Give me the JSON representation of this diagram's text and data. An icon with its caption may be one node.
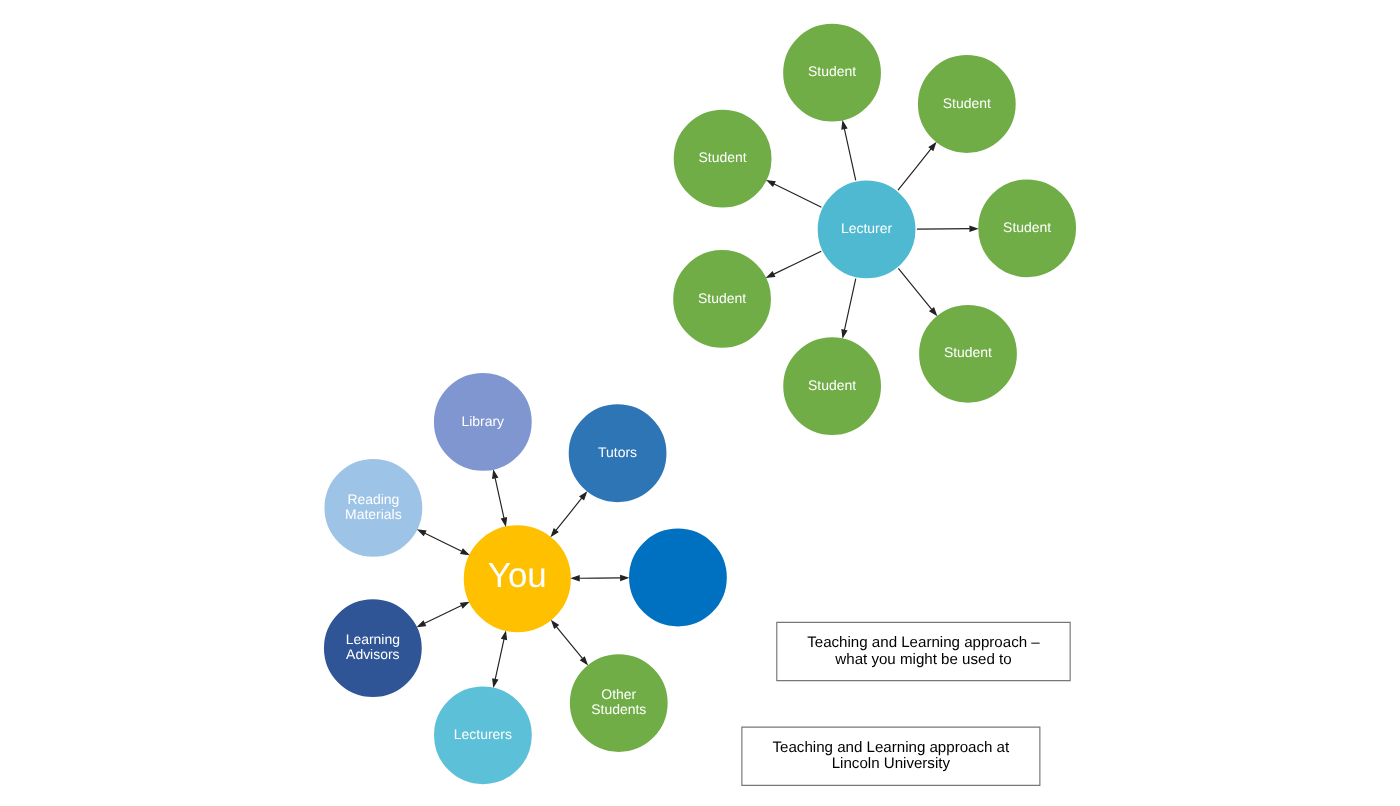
{
  "diagram": {
    "nodes": [
      {
        "text": [
          "You"
        ]
      },
      {
        "text": [],
        "shape": "circle"
      },
      {
        "text": [
          "Lecturers"
        ]
      },
      {
        "text": [
          "Reading Materials"
        ]
      },
      {
        "text": [
          "Tutors"
        ]
      },
      {
        "text": [
          "Library"
        ]
      },
      {
        "text": [
          "Learning Advisors"
        ]
      },
      {
        "text": [
          "Other Students"
        ]
      },
      {
        "text": [
          "Teaching and Learning approach at Lincoln University"
        ]
      },
      {
        "text": [
          "Lecturer"
        ]
      },
      {
        "text": [
          "Student"
        ]
      },
      {
        "text": [
          "Student"
        ]
      },
      {
        "text": [
          "Student"
        ]
      },
      {
        "text": [
          "Student"
        ]
      },
      {
        "text": [
          "Student"
        ]
      },
      {
        "text": [
          "Student"
        ]
      },
      {
        "text": [
          "Student"
        ]
      },
      {
        "text": [
          "Teaching and Learning approach – what you might be used to"
        ]
      }
    ],
    "edges": [
      {
        "from": 0,
        "to": 1,
        "arrow": "both"
      },
      {
        "from": 0,
        "to": 2,
        "arrow": "both"
      },
      {
        "from": 0,
        "to": 3,
        "arrow": "both"
      },
      {
        "from": 0,
        "to": 4,
        "arrow": "both"
      },
      {
        "from": 0,
        "to": 5,
        "arrow": "both"
      },
      {
        "from": 0,
        "to": 6,
        "arrow": "both"
      },
      {
        "from": 0,
        "to": 7,
        "arrow": "both"
      },
      {
        "from": 9,
        "to": 10,
        "arrow": "to"
      },
      {
        "from": 9,
        "to": 11,
        "arrow": "to"
      },
      {
        "from": 9,
        "to": 12,
        "arrow": "to"
      },
      {
        "from": 9,
        "to": 13,
        "arrow": "to"
      },
      {
        "from": 9,
        "to": 14,
        "arrow": "to"
      },
      {
        "from": 9,
        "to": 15,
        "arrow": "to"
      },
      {
        "from": 9,
        "to": 16,
        "arrow": "to"
      }
    ]
  }
}
